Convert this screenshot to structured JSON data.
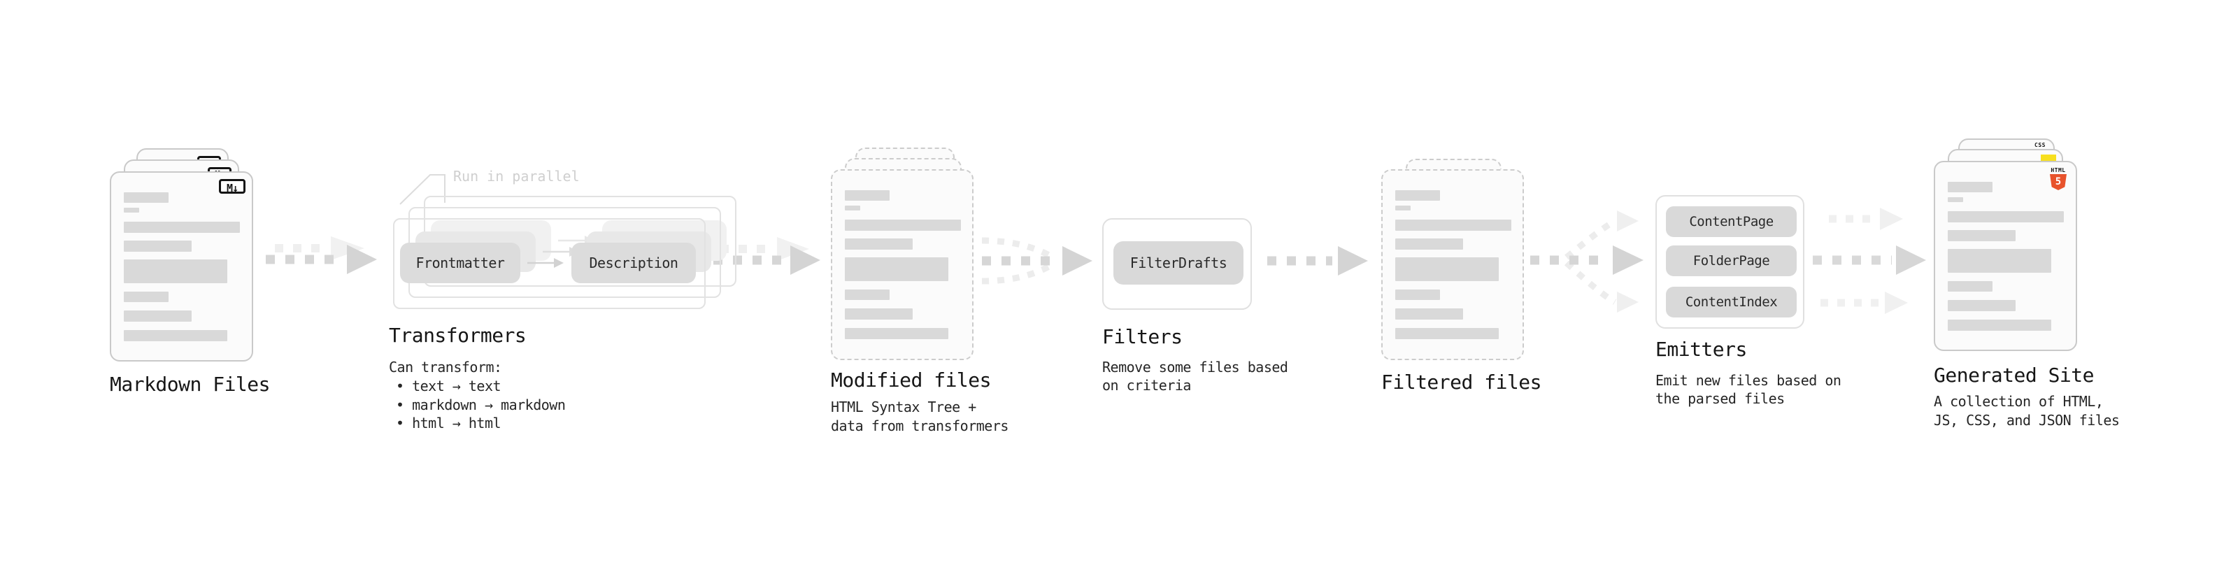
{
  "stages": {
    "markdown": {
      "title": "Markdown Files",
      "badge": "M↓"
    },
    "transformers": {
      "title": "Transformers",
      "annotation": "Run in parallel",
      "pill_left": "Frontmatter",
      "pill_right": "Description",
      "subtitle": "Can transform:",
      "bullets": [
        "• text → text",
        "• markdown → markdown",
        "• html → html"
      ]
    },
    "modified": {
      "title": "Modified files",
      "subtitle_line1": "HTML Syntax Tree +",
      "subtitle_line2": "data from transformers"
    },
    "filters": {
      "title": "Filters",
      "pill": "FilterDrafts",
      "subtitle_line1": "Remove some files based",
      "subtitle_line2": "on criteria"
    },
    "filtered": {
      "title": "Filtered files"
    },
    "emitters": {
      "title": "Emitters",
      "pills": [
        "ContentPage",
        "FolderPage",
        "ContentIndex"
      ],
      "subtitle_line1": "Emit new files based on",
      "subtitle_line2": "the parsed files"
    },
    "generated": {
      "title": "Generated Site",
      "subtitle_line1": "A collection of HTML,",
      "subtitle_line2": "JS, CSS, and JSON files",
      "badge_html_word": "HTML",
      "badge_html_number": "5",
      "badge_css_word": "CSS"
    }
  },
  "colors": {
    "background": "#ffffff",
    "card_fill": "#fbfbfb",
    "card_border": "#c9c9c9",
    "placeholder_bar": "#d9d9d9",
    "pill_bg": "#dcdcdc",
    "outline_box_border": "#e0e0e0",
    "arrow_main": "#d6d6d6",
    "arrow_ghost": "#efefef",
    "annotation_text": "#cfcfcf",
    "title_text": "#161616",
    "html5_orange": "#e8532c",
    "js_yellow": "#f7df1e",
    "css_blue": "#2b6de8"
  }
}
